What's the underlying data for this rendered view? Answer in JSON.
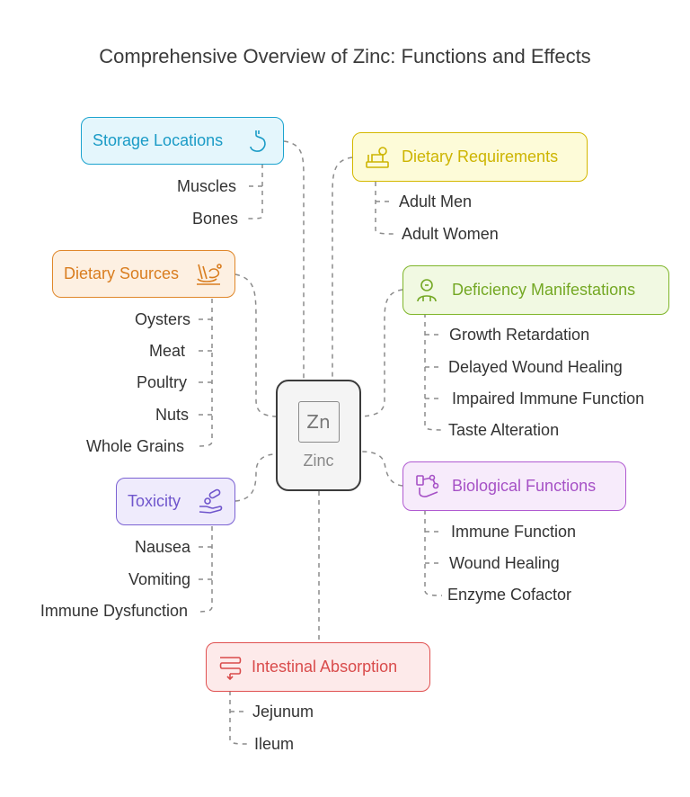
{
  "title": "Comprehensive Overview of Zinc: Functions and Effects",
  "center": {
    "symbol": "Zn",
    "label": "Zinc"
  },
  "storage": {
    "label": "Storage Locations",
    "items": [
      "Muscles",
      "Bones"
    ],
    "color": "#1ba3cf"
  },
  "sources": {
    "label": "Dietary Sources",
    "items": [
      "Oysters",
      "Meat",
      "Poultry",
      "Nuts",
      "Whole Grains"
    ],
    "color": "#e0872a"
  },
  "toxicity": {
    "label": "Toxicity",
    "items": [
      "Nausea",
      "Vomiting",
      "Immune Dysfunction"
    ],
    "color": "#7b62d3"
  },
  "requirements": {
    "label": "Dietary Requirements",
    "items": [
      "Adult Men",
      "Adult Women"
    ],
    "color": "#d4b800"
  },
  "deficiency": {
    "label": "Deficiency Manifestations",
    "items": [
      "Growth Retardation",
      "Delayed Wound Healing",
      "Impaired Immune Function",
      "Taste Alteration"
    ],
    "color": "#7fb52a"
  },
  "biological": {
    "label": "Biological Functions",
    "items": [
      "Immune Function",
      "Wound Healing",
      "Enzyme Cofactor"
    ],
    "color": "#b05ad1"
  },
  "absorption": {
    "label": "Intestinal Absorption",
    "items": [
      "Jejunum",
      "Ileum"
    ],
    "color": "#e05050"
  }
}
